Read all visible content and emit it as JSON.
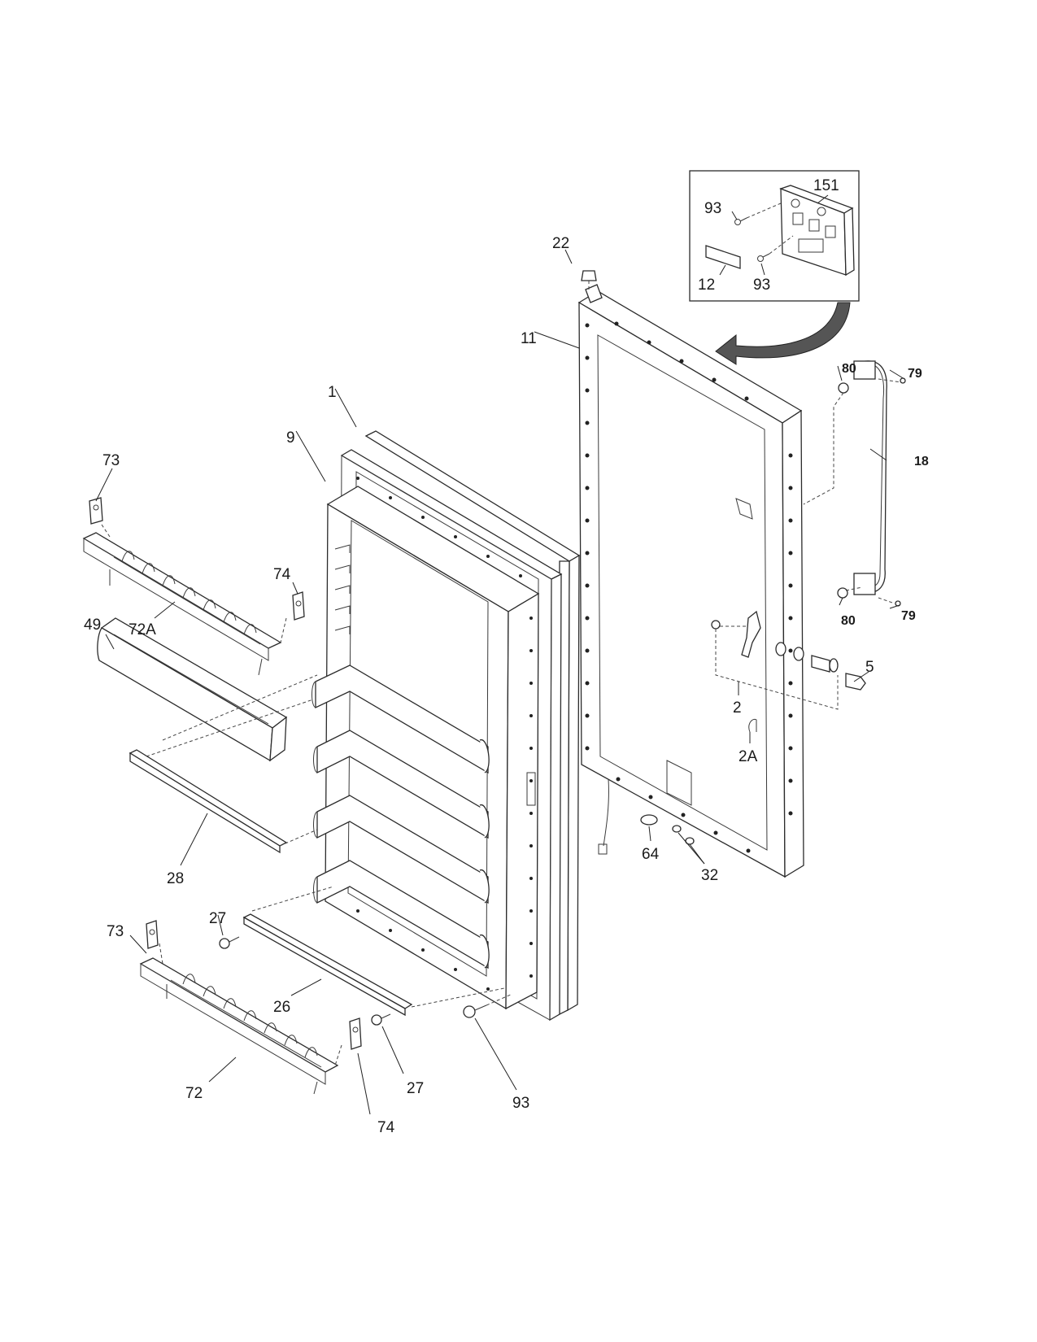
{
  "labels": {
    "inset_151": "151",
    "inset_93_top": "93",
    "inset_12": "12",
    "inset_93_bottom": "93",
    "l22": "22",
    "l11": "11",
    "l1": "1",
    "l9": "9",
    "l80_top": "80",
    "l79_top": "79",
    "l18": "18",
    "l80_bottom": "80",
    "l79_bottom": "79",
    "l5": "5",
    "l2": "2",
    "l2a": "2A",
    "l64": "64",
    "l32": "32",
    "l73_top": "73",
    "l74_top": "74",
    "l72a": "72A",
    "l49": "49",
    "l28": "28",
    "l27_left": "27",
    "l73_bottom": "73",
    "l26": "26",
    "l27_right": "27",
    "l93_bottom": "93",
    "l72": "72",
    "l74_bottom": "74"
  }
}
